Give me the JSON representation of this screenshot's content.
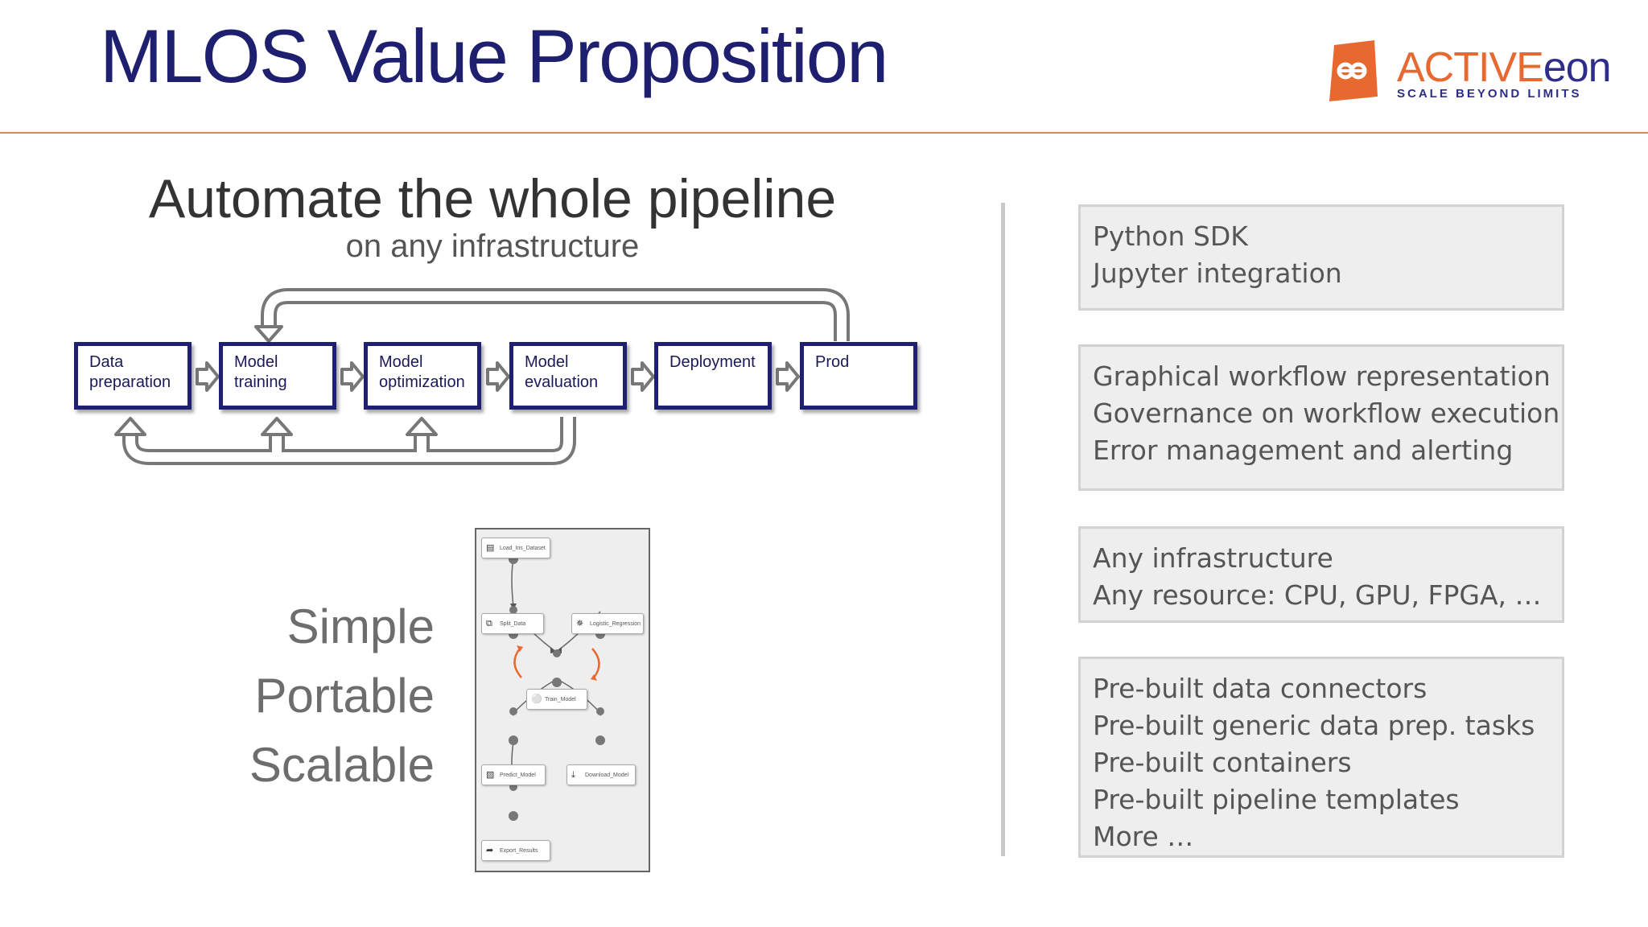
{
  "slide": {
    "title": "MLOS Value Proposition"
  },
  "logo": {
    "name_part1": "ACTIVE",
    "name_part2": "eon",
    "tagline": "SCALE BEYOND LIMITS",
    "colors": {
      "orange": "#e8692f",
      "navy": "#2d2d8a"
    }
  },
  "pipeline": {
    "heading": "Automate the whole pipeline",
    "subheading": "on any infrastructure",
    "stages": [
      {
        "line1": "Data",
        "line2": "preparation"
      },
      {
        "line1": "Model",
        "line2": "training"
      },
      {
        "line1": "Model",
        "line2": "optimization"
      },
      {
        "line1": "Model",
        "line2": "evaluation"
      },
      {
        "line1": "Deployment",
        "line2": ""
      },
      {
        "line1": "Prod",
        "line2": ""
      }
    ],
    "colors": {
      "stage_border": "#202070",
      "arrow": "#777777"
    }
  },
  "qualities": [
    "Simple",
    "Portable",
    "Scalable"
  ],
  "workflow": {
    "nodes": [
      {
        "label": "Load_Iris_Dataset",
        "icon": "database-icon"
      },
      {
        "label": "Split_Data",
        "icon": "split-icon"
      },
      {
        "label": "Logistic_Regression",
        "icon": "algorithm-icon"
      },
      {
        "label": "Train_Model",
        "icon": "train-icon"
      },
      {
        "label": "Predict_Model",
        "icon": "predict-icon"
      },
      {
        "label": "Download_Model",
        "icon": "download-icon"
      },
      {
        "label": "Export_Results",
        "icon": "export-icon"
      }
    ]
  },
  "features": [
    {
      "lines": [
        "Python SDK",
        "Jupyter integration"
      ]
    },
    {
      "lines": [
        "Graphical workflow representation",
        "Governance on workflow execution",
        "Error management and alerting"
      ]
    },
    {
      "lines": [
        "Any infrastructure",
        "Any resource: CPU, GPU, FPGA, …"
      ]
    },
    {
      "lines": [
        "Pre-built data connectors",
        "Pre-built generic data prep. tasks",
        "Pre-built containers",
        "Pre-built pipeline templates",
        "More …"
      ]
    }
  ]
}
